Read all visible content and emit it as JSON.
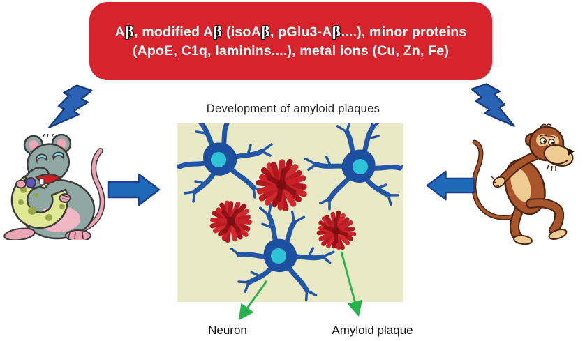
{
  "banner": {
    "line1_segments": [
      {
        "text": "A"
      },
      {
        "text": "β"
      },
      {
        "text": ", modified A"
      },
      {
        "text": "β"
      },
      {
        "text": " (isoA"
      },
      {
        "text": "β"
      },
      {
        "text": ", pGlu3-A"
      },
      {
        "text": "β"
      },
      {
        "text": "....), minor proteins"
      }
    ],
    "line2_segments": [
      {
        "text": "(ApoE, C1q, laminins....), metal ions (Cu, Zn, Fe)"
      }
    ]
  },
  "center": {
    "title": "Development of amyloid plaques"
  },
  "labels": {
    "neuron": "Neuron",
    "amyloid_plaque": "Amyloid plaque"
  },
  "icons": {
    "left_lightning": "lightning-bolt-icon",
    "right_lightning": "lightning-bolt-icon",
    "mouse": "mouse-cartoon",
    "monkey": "monkey-cartoon",
    "arrow_into_panel_left": "arrow-right-icon",
    "arrow_into_panel_right": "arrow-left-icon",
    "pointer_arrows": "green-pointer-arrow"
  },
  "colors": {
    "banner_red": "#d7232b",
    "bolt_blue": "#2a63b4",
    "arrow_blue": "#1f6ab8",
    "panel_beige": "#e9e9c6",
    "neuron_blue": "#1d4fa0",
    "nucleus_cyan": "#2ec3d7",
    "plaque_red": "#c62028",
    "pointer_green": "#28b24c"
  }
}
